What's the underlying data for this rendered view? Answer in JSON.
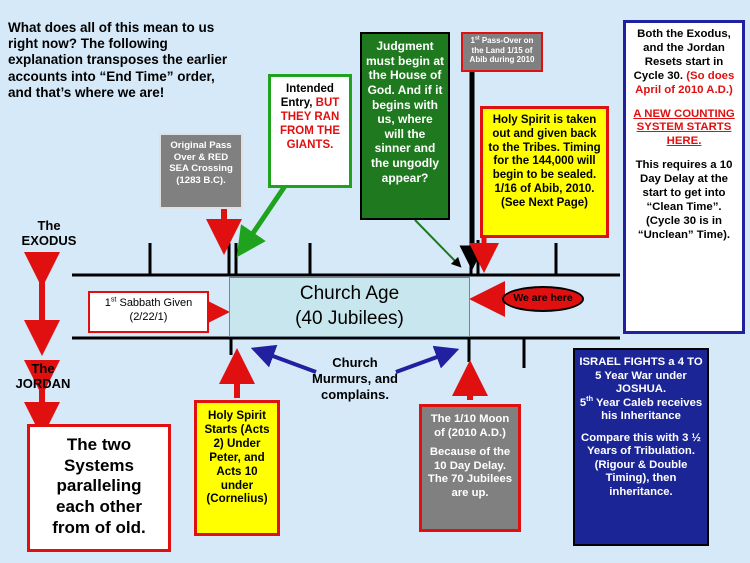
{
  "intro": "What does all of this mean to us right now?  The following explanation transposes  the earlier accounts into “End Time” order, and that’s where we are!",
  "exodus_label": [
    "The",
    "EXODUS"
  ],
  "jordan_label": [
    "The",
    "JORDAN"
  ],
  "two_systems": "The two Systems paralleling each other from of old.",
  "original_passover": "Original Pass Over & RED SEA Crossing (1283 B.C).",
  "intended_entry": {
    "line1": "Intended Entry,",
    "line2": "BUT THEY RAN FROM THE GIANTS."
  },
  "judgment": "Judgment must begin at the House of God.  And if it begins with us, where will the sinner and the ungodly appear?",
  "first_passover": {
    "sup": "st",
    "num": "1",
    "text": " Pass-Over on the Land 1/15 of Abib during 2010"
  },
  "holy_spirit_taken": "Holy Spirit is taken out and given back to the Tribes.  Timing for the 144,000 will begin to be sealed.  1/16 of Abib,  2010.  (See Next Page)",
  "exodus_jordan": {
    "p1": "Both the Exodus, and the Jordan Resets start in Cycle 30.",
    "p1_red": " (So does April of 2010 A.D.)",
    "p2": "A NEW COUNTING SYSTEM STARTS HERE.",
    "p3": "This requires a 10 Day Delay at the start to get into “Clean Time”.  (Cycle 30 is in “Unclean” Time)."
  },
  "first_sabbath": {
    "num": "1",
    "sup": "st",
    "text": " Sabbath Given (2/22/1)"
  },
  "church_age": {
    "line1": "Church Age",
    "line2": "(40 Jubilees)"
  },
  "we_are_here": "We are here",
  "church_murmurs": "Church Murmurs, and complains.",
  "holy_spirit_starts": "Holy Spirit Starts (Acts 2) Under Peter, and Acts 10 under (Cornelius)",
  "moon": {
    "title": "The 1/10 Moon of  (2010 A.D.)",
    "body": "Because of the 10 Day Delay. The 70 Jubilees are up."
  },
  "israel": {
    "p1": "ISRAEL FIGHTS a 4 TO 5  Year War under JOSHUA.",
    "p2_num": "5",
    "p2_sup": "th",
    "p2": " Year Caleb receives his Inheritance",
    "p3": "Compare this with 3 ½  Years of Tribulation. (Rigour & Double Timing), then inheritance."
  },
  "colors": {
    "background": "#d6e9f8",
    "red": "#e01010",
    "green": "#1fa31f",
    "navy": "#2020a0",
    "yellow": "#ffff00",
    "grey": "#808080",
    "dark_green": "#1f7a1f",
    "church_blue": "#c8e6ee",
    "israel_blue": "#1c2595"
  }
}
